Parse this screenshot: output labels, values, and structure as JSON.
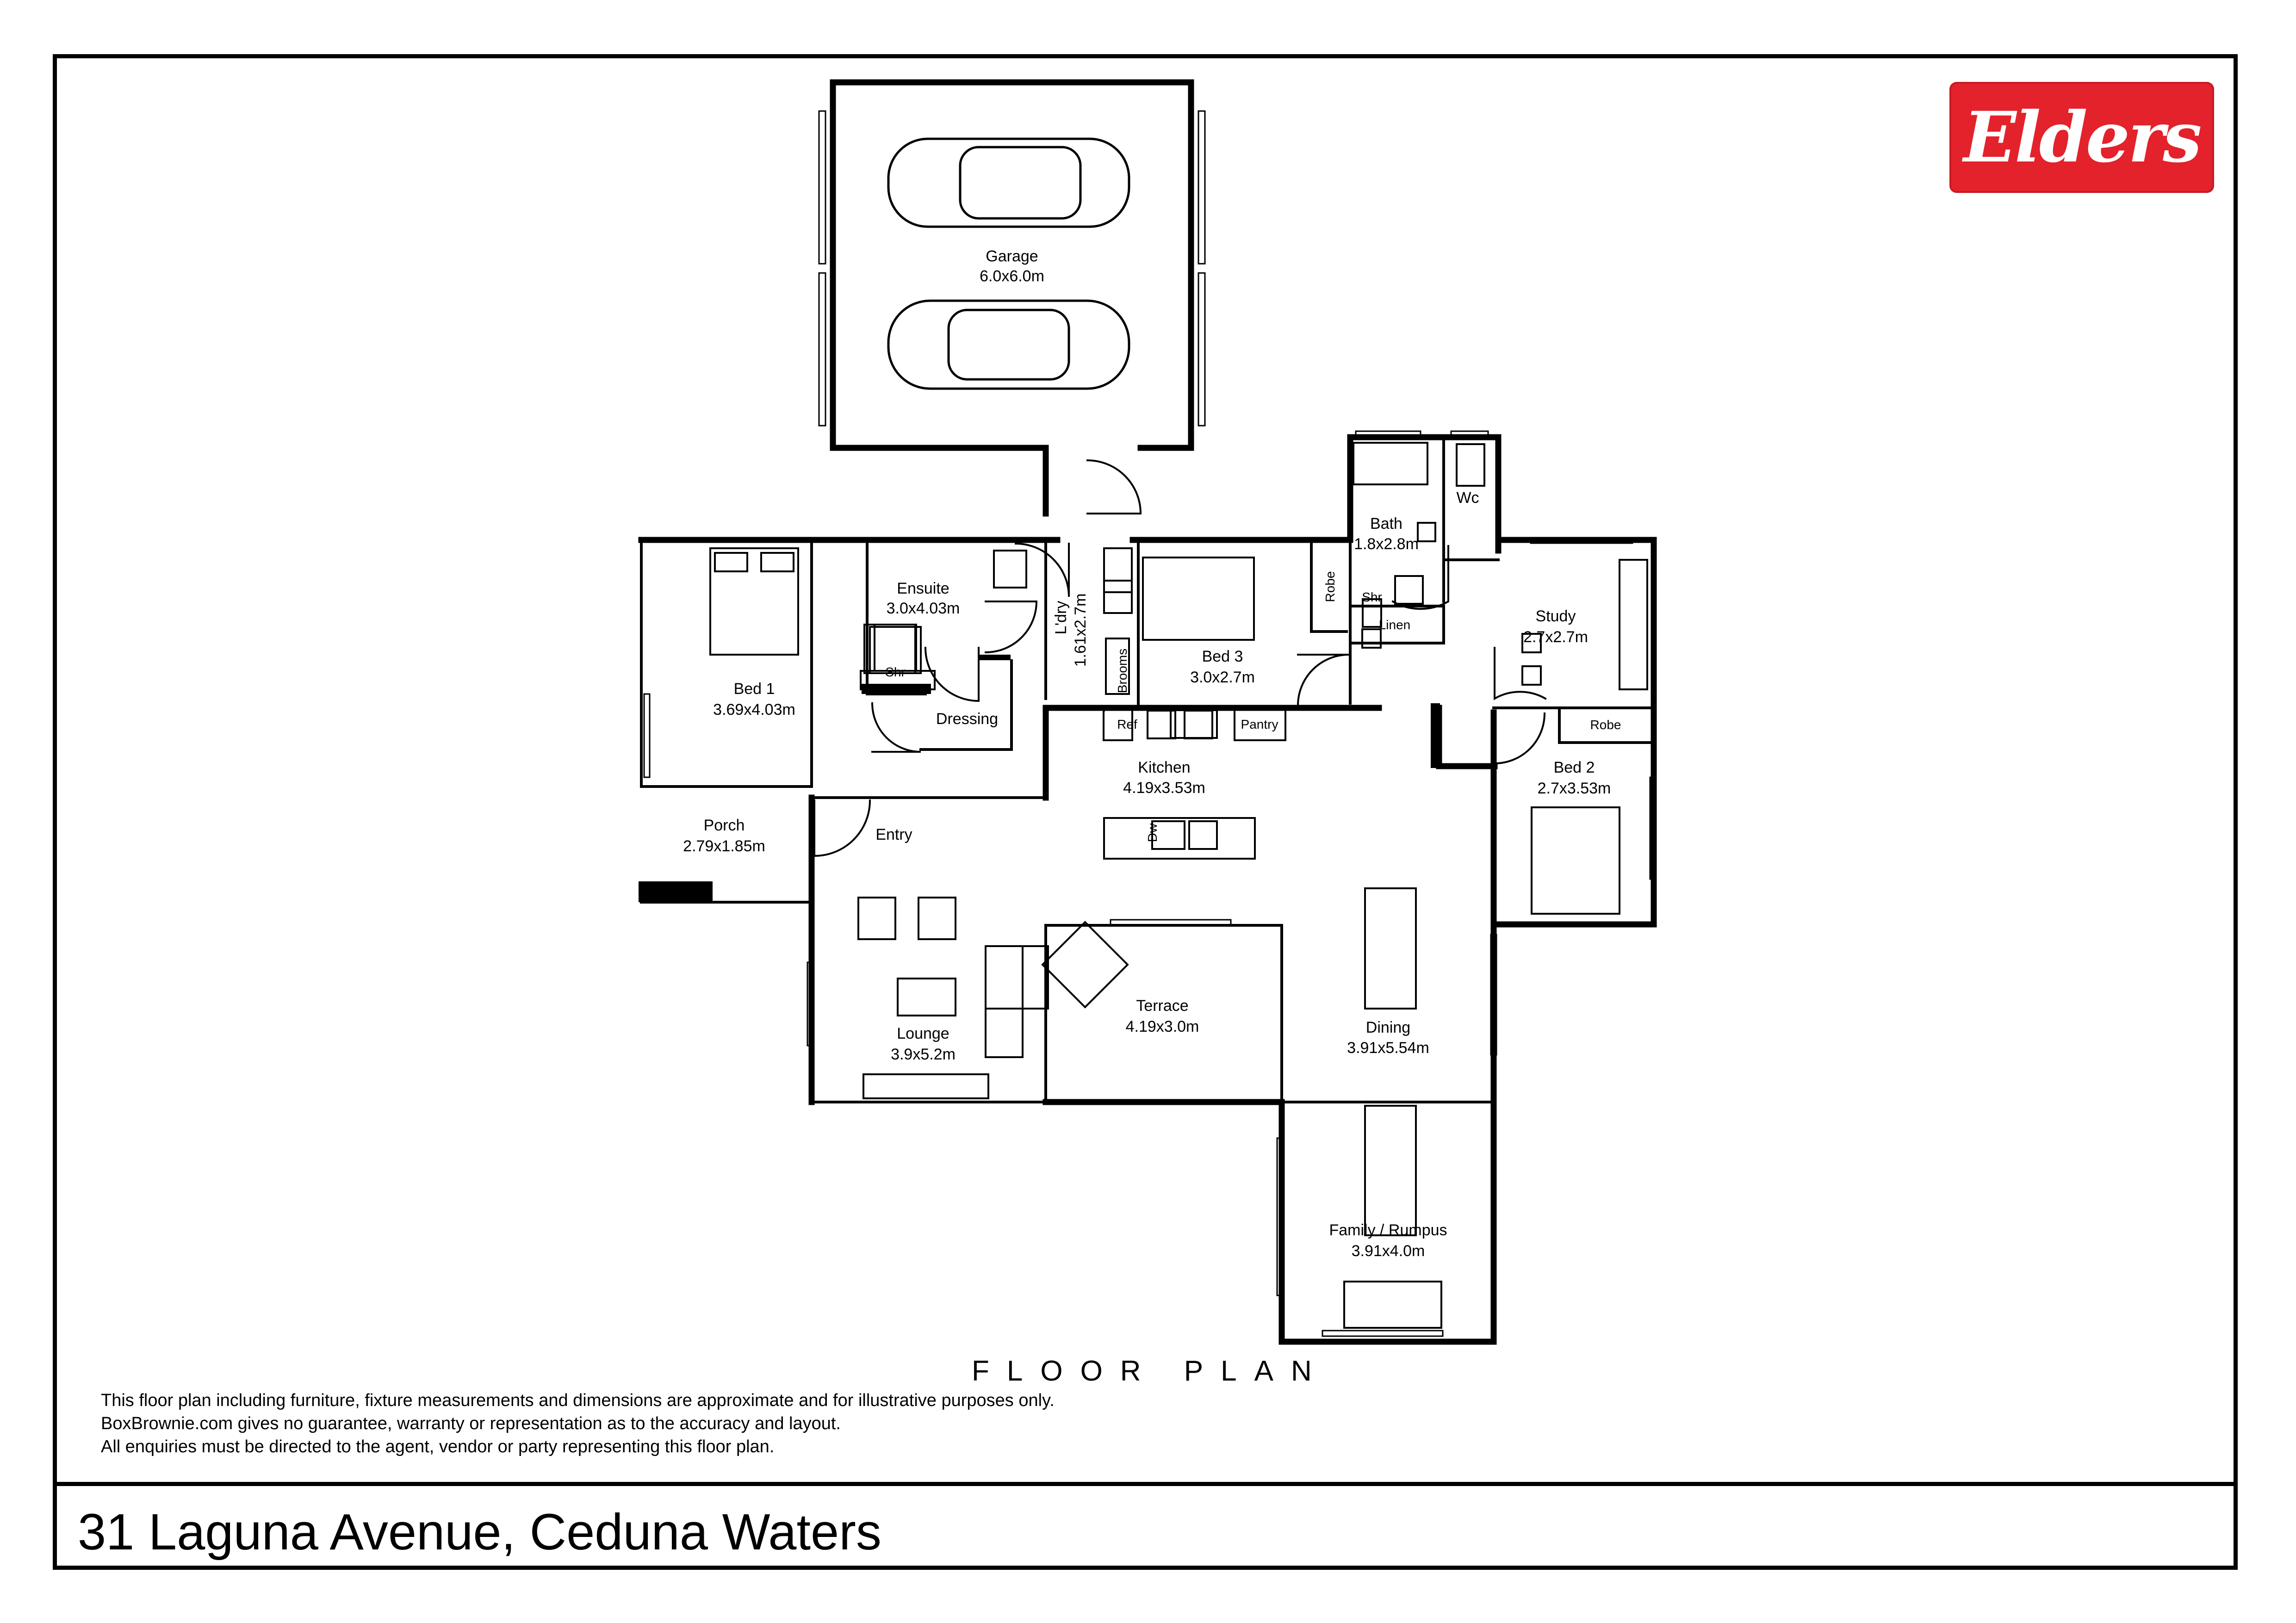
{
  "address": "31 Laguna Avenue, Ceduna Waters",
  "brand": {
    "logo_text": "Elders",
    "color": "#e3222b"
  },
  "plan_heading": "FLOOR PLAN",
  "disclaimer": [
    "This floor plan including furniture, fixture measurements and dimensions are approximate and for illustrative purposes only.",
    "BoxBrownie.com gives no guarantee, warranty or representation as to the accuracy and layout.",
    "All enquiries must be directed to the agent, vendor or party representing this floor plan."
  ],
  "rooms": {
    "garage": {
      "name": "Garage",
      "size": "6.0x6.0m"
    },
    "bath": {
      "name": "Bath",
      "size": "1.8x2.8m"
    },
    "wc": {
      "name": "Wc"
    },
    "ensuite": {
      "name": "Ensuite",
      "size": "3.0x4.03m"
    },
    "bed1": {
      "name": "Bed 1",
      "size": "3.69x4.03m"
    },
    "dressing": {
      "name": "Dressing"
    },
    "laundry": {
      "name": "L'dry",
      "size": "1.61x2.7m"
    },
    "brooms": {
      "name": "Brooms"
    },
    "bed3": {
      "name": "Bed 3",
      "size": "3.0x2.7m"
    },
    "robe3": {
      "name": "Robe"
    },
    "linen": {
      "name": "Linen"
    },
    "study": {
      "name": "Study",
      "size": "2.7x2.7m"
    },
    "robe2": {
      "name": "Robe"
    },
    "bed2": {
      "name": "Bed 2",
      "size": "2.7x3.53m"
    },
    "ref": {
      "name": "Ref"
    },
    "pantry": {
      "name": "Pantry"
    },
    "kitchen": {
      "name": "Kitchen",
      "size": "4.19x3.53m"
    },
    "dw": {
      "name": "Dw"
    },
    "porch": {
      "name": "Porch",
      "size": "2.79x1.85m"
    },
    "entry": {
      "name": "Entry"
    },
    "lounge": {
      "name": "Lounge",
      "size": "3.9x5.2m"
    },
    "terrace": {
      "name": "Terrace",
      "size": "4.19x3.0m"
    },
    "dining": {
      "name": "Dining",
      "size": "3.91x5.54m"
    },
    "family": {
      "name": "Family / Rumpus",
      "size": "3.91x4.0m"
    },
    "shr_ensuite": {
      "name": "Shr"
    },
    "shr_bath": {
      "name": "Shr"
    }
  }
}
